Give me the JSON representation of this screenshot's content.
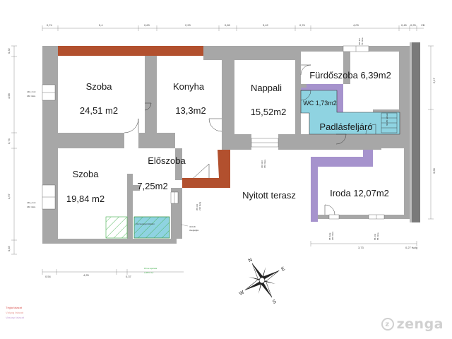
{
  "rooms": {
    "szoba1_name": "Szoba",
    "szoba1_area": "24,51 m2",
    "konyha_name": "Konyha",
    "konyha_area": "13,3m2",
    "nappali_name": "Nappali",
    "nappali_area": "15,52m2",
    "furdo": "Fürdőszoba  6,39m2",
    "wc": "WC 1,73m2",
    "padlas": "Padlásfeljáró",
    "eloszoba_name": "Előszoba",
    "eloszoba_area": "7,25m2",
    "szoba2_name": "Szoba",
    "szoba2_area": "19,84 m2",
    "terasz": "Nyitott terasz",
    "iroda": "Iroda  12,07m2"
  },
  "dimensions": {
    "top": [
      "0,74",
      "5,4",
      "0,63",
      "2,93",
      "0,65",
      "3,42",
      "0,76",
      "4,03",
      "0,45",
      "0,25",
      "VB"
    ],
    "left": [
      "0,32",
      "4,58",
      "0,74",
      "4,67",
      "0,45"
    ],
    "right": [
      "2,17",
      "3,68"
    ],
    "bottom": [
      "0,54",
      "4,25",
      "0,37",
      "3,73",
      "0,27 fszig"
    ]
  },
  "annotations": {
    "win_l1a": "140_3 ml",
    "win_l1b": "160 mlza",
    "win_l2a": "140_3 ml",
    "win_l2b": "160 mlza",
    "top_win_a": "100 fwl",
    "top_win_b": "70 mlza",
    "nappali_win_a": "140 3ml",
    "nappali_win_b": "150 mlza",
    "elo_win_a": "95 3ml",
    "elo_win_b": "210 fszig",
    "iroda_win_a": "95 fszig",
    "iroda_win_b": "200 mlza",
    "iroda_win2_a": "85 2ml",
    "iroda_win2_b": "85 mlza",
    "padlas_win": "60x50 tetőabl",
    "kincs": "Kincsedegeti kitétan",
    "ajto_a": "4x3  db",
    "ajto_b": "üvegtégla",
    "pince_a": "Pince lejárata",
    "pince_b": "2,28m 4,2"
  },
  "legend": [
    "Tégla falazat",
    "Vályog falazat",
    "Vasúsp falazat"
  ],
  "watermark": "zenga",
  "compass": [
    "N",
    "E",
    "S",
    "W"
  ],
  "colors": {
    "wall": "#a7a7a7",
    "brick": "#b2502e",
    "adobe": "#a693cd",
    "bathroom": "#8fd3e1",
    "green_hatch": "#3fae49"
  }
}
